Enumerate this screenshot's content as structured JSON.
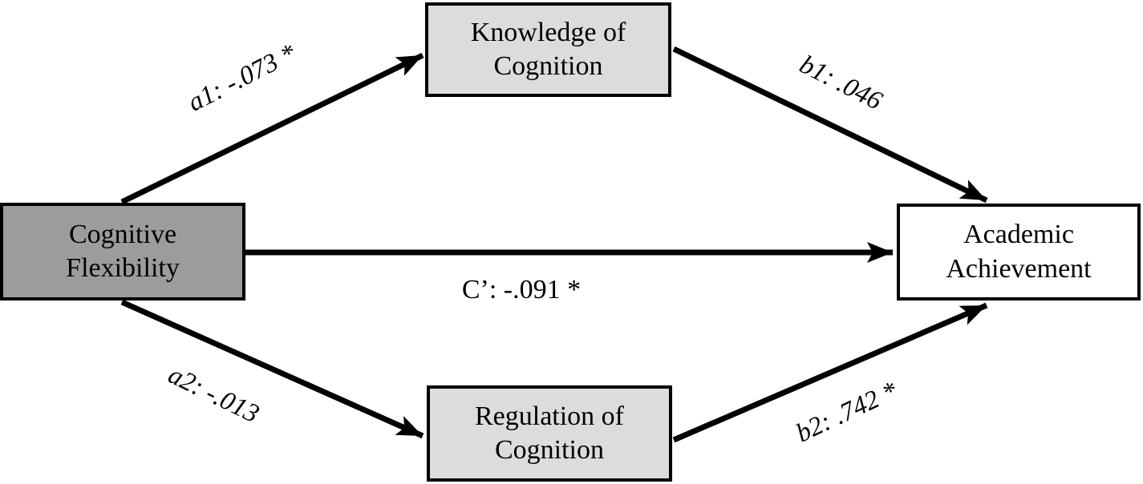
{
  "diagram": {
    "type": "mediation-path-model",
    "boxes": {
      "predictor": {
        "label": "Cognitive Flexibility",
        "fill": "#9c9c9c"
      },
      "mediator1": {
        "label": "Knowledge of Cognition",
        "fill": "#dcdcdc"
      },
      "mediator2": {
        "label": "Regulation of Cognition",
        "fill": "#dcdcdc"
      },
      "outcome": {
        "label": "Academic Achievement",
        "fill": "#ffffff"
      }
    },
    "paths": {
      "a1": {
        "label": "a1: -.073 *",
        "from": "Cognitive Flexibility",
        "to": "Knowledge of Cognition",
        "significant": true
      },
      "b1": {
        "label": "b1: .046",
        "from": "Knowledge of Cognition",
        "to": "Academic Achievement",
        "significant": false
      },
      "c_prime": {
        "label": "C’: -.091 *",
        "from": "Cognitive Flexibility",
        "to": "Academic Achievement",
        "significant": true
      },
      "a2": {
        "label": "a2: -.013",
        "from": "Cognitive Flexibility",
        "to": "Regulation of Cognition",
        "significant": false
      },
      "b2": {
        "label": "b2: .742 *",
        "from": "Regulation of Cognition",
        "to": "Academic Achievement",
        "significant": true
      }
    },
    "colors": {
      "line": "#000000",
      "border": "#000000",
      "background": "#ffffff"
    }
  }
}
